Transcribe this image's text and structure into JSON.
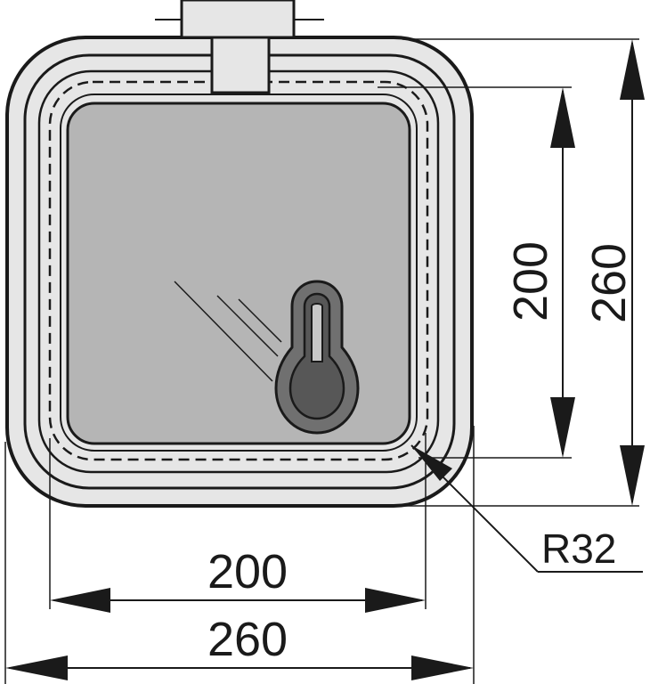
{
  "dimensions": {
    "height_outer": "260",
    "height_inner": "200",
    "width_inner": "200",
    "width_outer": "260",
    "corner_radius": "R32"
  },
  "colors": {
    "outline": "#1a1a1a",
    "frame_fill": "#e6e6e6",
    "glass_fill": "#b5b5b5",
    "handle_fill": "#707070",
    "handle_inner": "#575757"
  }
}
